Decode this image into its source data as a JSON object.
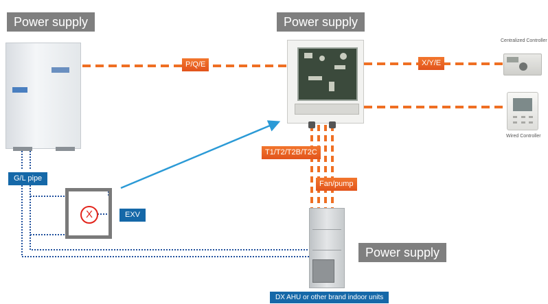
{
  "labels": {
    "power_supply_outdoor": "Power supply",
    "power_supply_control": "Power supply",
    "power_supply_indoor": "Power supply",
    "pqe": "P/Q/E",
    "xye": "X/Y/E",
    "sensors": "T1/T2/T2B/T2C",
    "fan_pump": "Fan/pump",
    "gl_pipe": "G/L pipe",
    "exv": "EXV",
    "valve_symbol": "X",
    "centralized_controller": "Centralized Controller",
    "wired_controller": "Wired Controller",
    "indoor_units": "DX AHU or other brand indoor units"
  },
  "colors": {
    "signal_line": "#ef6f23",
    "pipe_line": "#1f4f9c",
    "arrow": "#2b9ad6",
    "tag_orange": "#ea6524",
    "tag_blue": "#1568a8",
    "banner_gray": "#7f7f7f",
    "valve_red": "#e2231a"
  },
  "icons": {
    "outdoor_unit": "outdoor-unit-icon",
    "control_box": "control-box-icon",
    "centralized_controller": "centralized-controller-icon",
    "wired_controller": "wired-controller-icon",
    "indoor_unit": "indoor-unit-icon",
    "valve": "valve-icon"
  }
}
